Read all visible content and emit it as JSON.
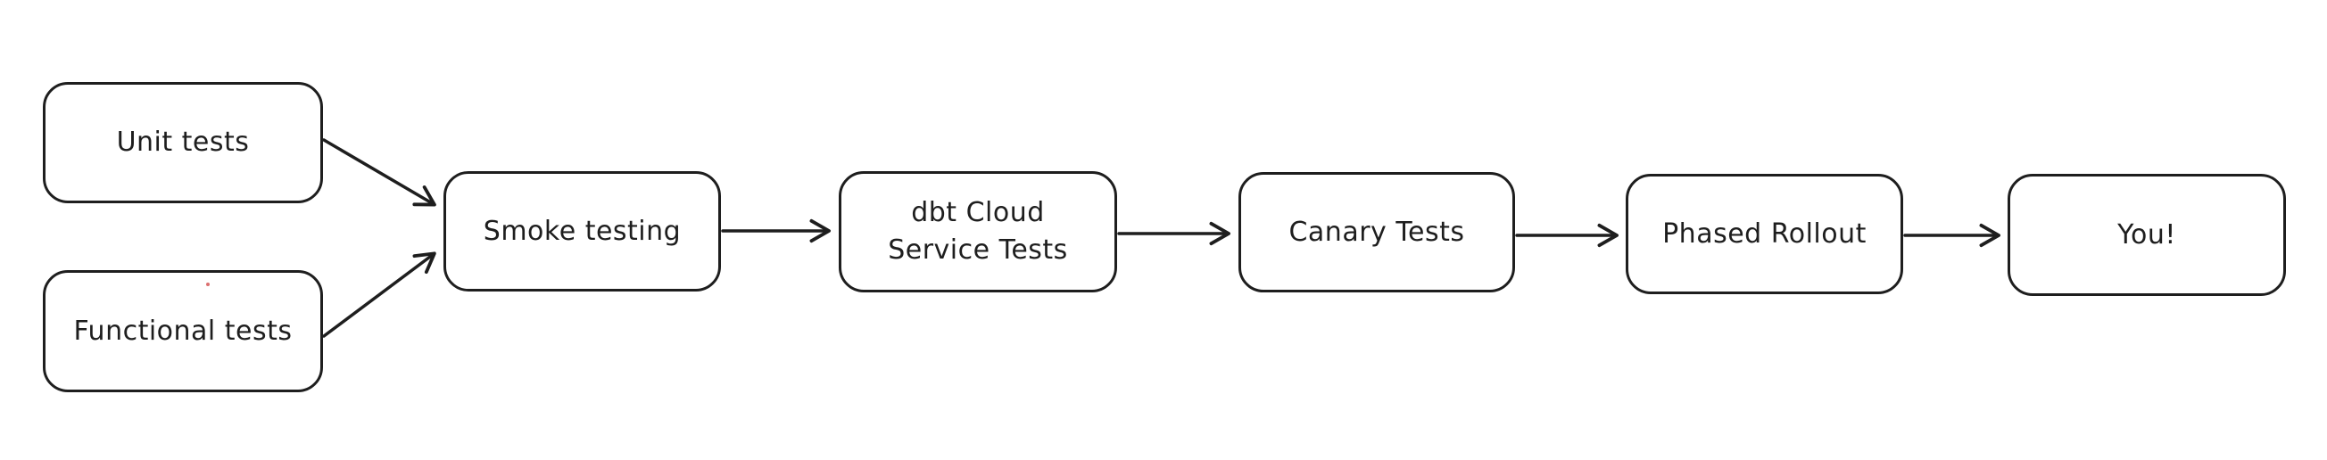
{
  "diagram": {
    "type": "flowchart",
    "background_color": "#ffffff",
    "stroke_color": "#1e1e1e",
    "text_color": "#1e1e1e",
    "node_fill_color": "#ffffff",
    "nodes": [
      {
        "id": "unit-tests",
        "label": "Unit tests"
      },
      {
        "id": "functional-tests",
        "label": "Functional tests"
      },
      {
        "id": "smoke-testing",
        "label": "Smoke testing"
      },
      {
        "id": "dbt-cloud-service-tests",
        "label": "dbt Cloud\nService Tests"
      },
      {
        "id": "canary-tests",
        "label": "Canary Tests"
      },
      {
        "id": "phased-rollout",
        "label": "Phased Rollout"
      },
      {
        "id": "you",
        "label": "You!"
      }
    ],
    "edges": [
      {
        "from": "unit-tests",
        "to": "smoke-testing"
      },
      {
        "from": "functional-tests",
        "to": "smoke-testing"
      },
      {
        "from": "smoke-testing",
        "to": "dbt-cloud-service-tests"
      },
      {
        "from": "dbt-cloud-service-tests",
        "to": "canary-tests"
      },
      {
        "from": "canary-tests",
        "to": "phased-rollout"
      },
      {
        "from": "phased-rollout",
        "to": "you"
      }
    ]
  }
}
